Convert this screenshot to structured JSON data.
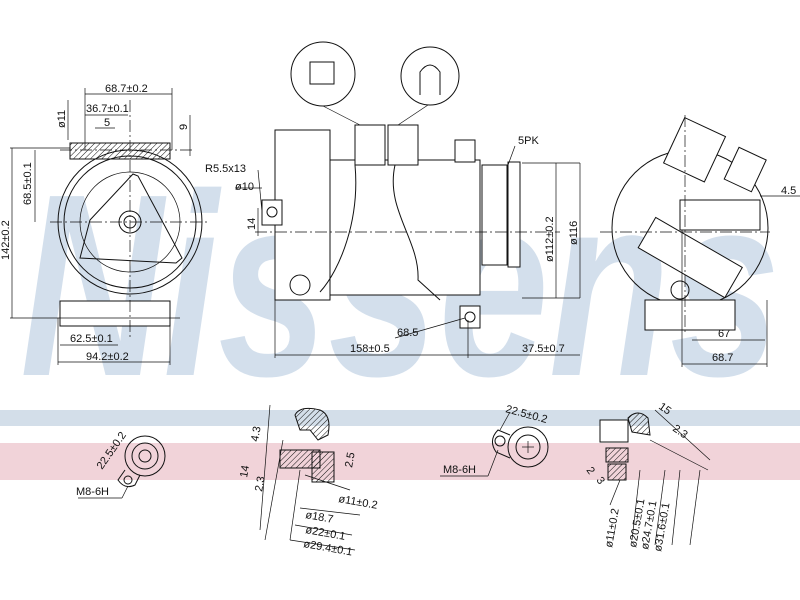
{
  "watermark": "Nissens",
  "colors": {
    "stripe_blue": "#d3dee9",
    "stripe_red": "#f1d3d9",
    "watermark": "#c9d8e8",
    "line": "#111111"
  },
  "front_view": {
    "width_top": "68.7±0.2",
    "offset_top": "36.7±0.1",
    "small_5": "5",
    "dia_11": "ø11",
    "dim_9": "9",
    "height_685": "68.5±0.1",
    "height_142": "142±0.2",
    "base_625": "62.5±0.1",
    "base_942": "94.2±0.2"
  },
  "side_view": {
    "r_label": "R5.5x13",
    "dia_10": "ø10",
    "dim_14": "14",
    "pulley_type": "5PK",
    "dia_112": "ø112±0.2",
    "dia_116": "ø116",
    "dim_685": "68.5",
    "length_158": "158±0.5",
    "offset_375": "37.5±0.7"
  },
  "rear_view": {
    "dim_45": "4.5",
    "dim_67": "67",
    "dim_687": "68.7"
  },
  "port_1": {
    "dim_225": "22.5±0.2",
    "thread": "M8-6H"
  },
  "port_1_section": {
    "dim_43": "4.3",
    "dim_14": "14",
    "dim_23": "2.3",
    "dim_25": "2.5",
    "dia_11": "ø11±0.2",
    "dia_18": "ø18.7",
    "dia_22": "ø22±0.1",
    "dia_294": "ø29.4±0.1"
  },
  "port_2": {
    "dim_225": "22.5±0.2",
    "thread": "M8-6H"
  },
  "port_2_section": {
    "dim_15": "15",
    "dim_23": "2.3",
    "dim_2": "2",
    "dim_3": "3",
    "dia_11": "ø11±0.2",
    "dia_205": "ø20.5±0.1",
    "dia_247": "ø24.7±0.1",
    "dia_316": "ø31.6±0.1"
  }
}
